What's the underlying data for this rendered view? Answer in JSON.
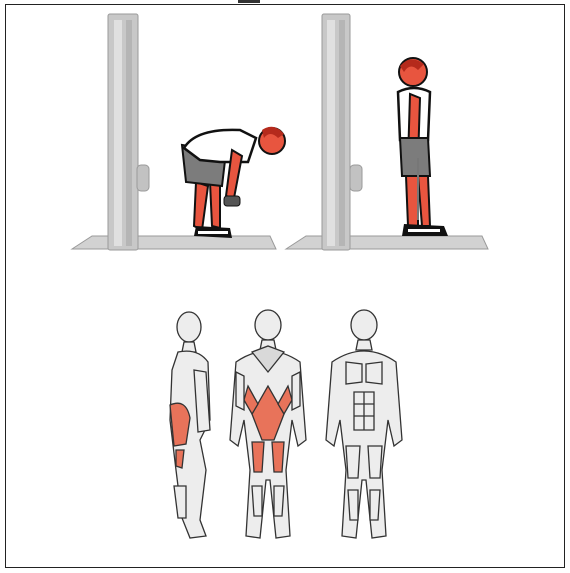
{
  "figure": {
    "panels": [
      {
        "id": "bent-over-position",
        "description_icon": "exercise-start-icon"
      },
      {
        "id": "standing-position",
        "description_icon": "exercise-end-icon"
      }
    ],
    "muscle_views": [
      {
        "id": "side-view",
        "icon": "body-side-icon"
      },
      {
        "id": "back-view",
        "icon": "body-back-icon"
      },
      {
        "id": "front-view",
        "icon": "body-front-icon"
      }
    ]
  },
  "colors": {
    "frame_gray": "#c9c9c9",
    "frame_stroke": "#9a9a9a",
    "skin": "#e8553f",
    "hair": "#b52a1c",
    "shirt": "#ffffff",
    "shorts": "#7c7c7c",
    "highlight_muscle": "#e8735a",
    "body_fill": "#ededed",
    "outline": "#333333"
  }
}
